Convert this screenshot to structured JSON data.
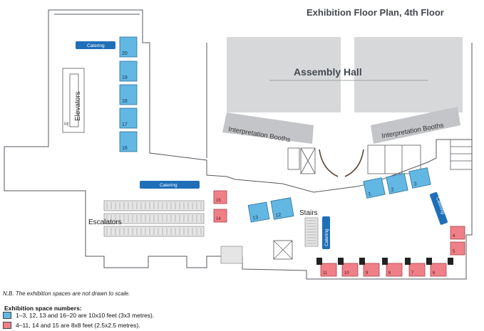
{
  "title": "Exhibition Floor Plan, 4th Floor",
  "assembly_hall": "Assembly Hall",
  "interpretation_booths": [
    "Interpretation Booths",
    "Interpretation Booths"
  ],
  "elevators": "Elevators",
  "elevator_small_mark": "M|",
  "escalators": "Escalators",
  "stairs": "Stairs",
  "catering": [
    "Catering",
    "Catering",
    "Catering",
    "Catering"
  ],
  "spaces_blue": [
    "20",
    "19",
    "18",
    "17",
    "16",
    "13",
    "12",
    "1",
    "2",
    "3"
  ],
  "spaces_red": [
    "15",
    "14",
    "4",
    "5",
    "11",
    "10",
    "9",
    "8",
    "7",
    "6"
  ],
  "note": "N.B. The exhibition spaces are not drawn to scale.",
  "legend": {
    "heading": "Exhibition space numbers:",
    "items": [
      {
        "text": "1–3, 12, 13 and 16–20 are 10x10 feet (3x3 metres).",
        "color": "#62b7e3"
      },
      {
        "text": "4–11, 14 and 15 are 8x8 feet (2.5x2.5 metres).",
        "color": "#f08088"
      }
    ]
  },
  "colors": {
    "blue_space": "#62b7e3",
    "red_space": "#f08088",
    "catering_bar": "#1f6fb8",
    "hall_fill": "#d7d8da",
    "booth_fill": "#c4c5c8",
    "wall": "#555a60",
    "column": "#222222"
  }
}
